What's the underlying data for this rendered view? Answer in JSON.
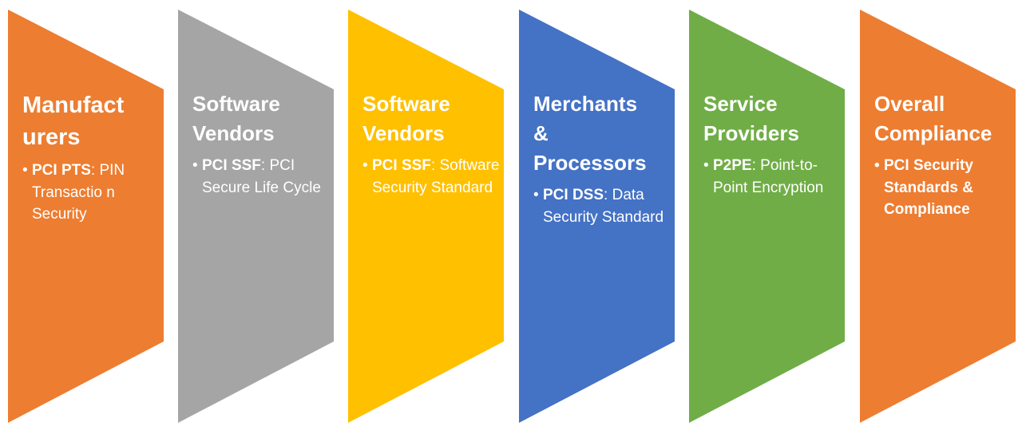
{
  "diagram": {
    "stages": [
      {
        "title": "Manufact urers",
        "title_lines": [
          "Manufact",
          "urers"
        ],
        "term": "PCI PTS",
        "separator": ":",
        "description": "PIN Transactio n Security",
        "color": "#ED7D31"
      },
      {
        "title": "Software Vendors",
        "title_lines": [
          "Software",
          "Vendors"
        ],
        "term": "PCI SSF",
        "separator": ":",
        "description": "PCI Secure Life Cycle",
        "color": "#A5A5A5"
      },
      {
        "title": "Software Vendors",
        "title_lines": [
          "Software",
          "Vendors"
        ],
        "term": "PCI SSF",
        "separator": ":",
        "description": "Software Security Standard",
        "color": "#FFC000"
      },
      {
        "title": "Merchants & Processors",
        "title_lines": [
          "Merchants",
          "&",
          "Processors"
        ],
        "term": "PCI DSS",
        "separator": ":",
        "description": "Data Security Standard",
        "color": "#4472C4"
      },
      {
        "title": "Service Providers",
        "title_lines": [
          "Service",
          "Providers"
        ],
        "term": "P2PE",
        "separator": ":",
        "description": "Point-to-Point Encryption",
        "color": "#70AD47"
      },
      {
        "title": "Overall Compliance",
        "title_lines": [
          "Overall",
          "Compliance"
        ],
        "term": "PCI Security Standards & Compliance",
        "separator": "",
        "description": "",
        "color": "#ED7D31"
      }
    ],
    "bullet_glyph": "•"
  }
}
